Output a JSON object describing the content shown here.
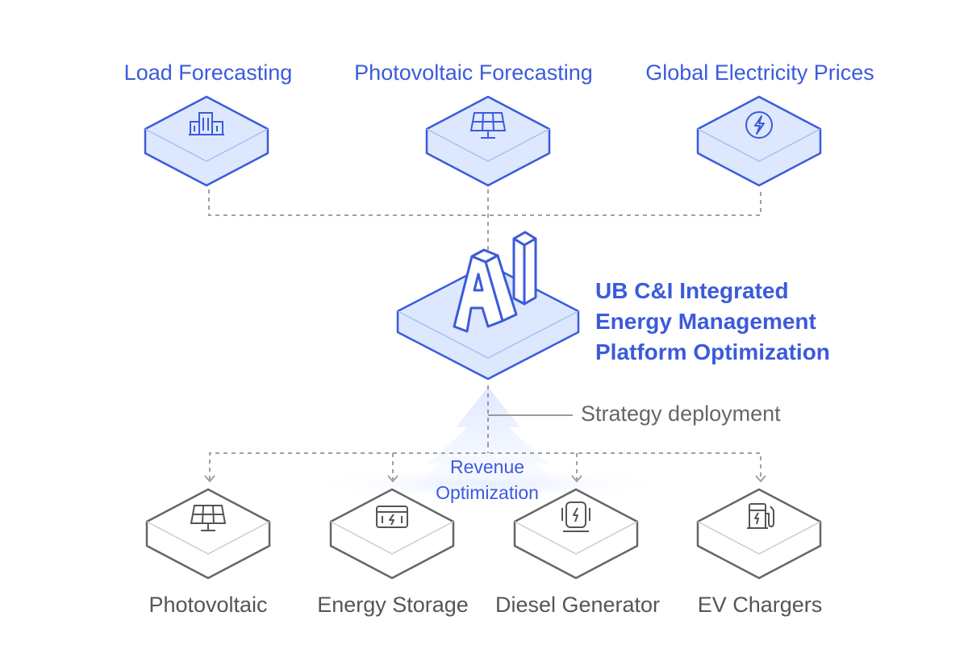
{
  "inputs": [
    {
      "label": "Load Forecasting",
      "icon": "building-icon"
    },
    {
      "label": "Photovoltaic Forecasting",
      "icon": "solar-panel-icon"
    },
    {
      "label": "Global Electricity Prices",
      "icon": "lightning-icon"
    }
  ],
  "platform": {
    "title_lines": [
      "UB C&I Integrated",
      "Energy Management",
      "Platform Optimization"
    ],
    "icon": "ai-3d-icon"
  },
  "strategy_label": "Strategy deployment",
  "revenue_lines": [
    "Revenue",
    "Optimization"
  ],
  "devices": [
    {
      "label": "Photovoltaic",
      "icon": "solar-panel-icon"
    },
    {
      "label": "Energy Storage",
      "icon": "battery-icon"
    },
    {
      "label": "Diesel Generator",
      "icon": "generator-icon"
    },
    {
      "label": "EV Chargers",
      "icon": "ev-charger-icon"
    }
  ],
  "colors": {
    "accent": "#3b5bdb",
    "tile_fill": "#dde8ff",
    "device_stroke": "#666666",
    "connector": "#999999"
  }
}
